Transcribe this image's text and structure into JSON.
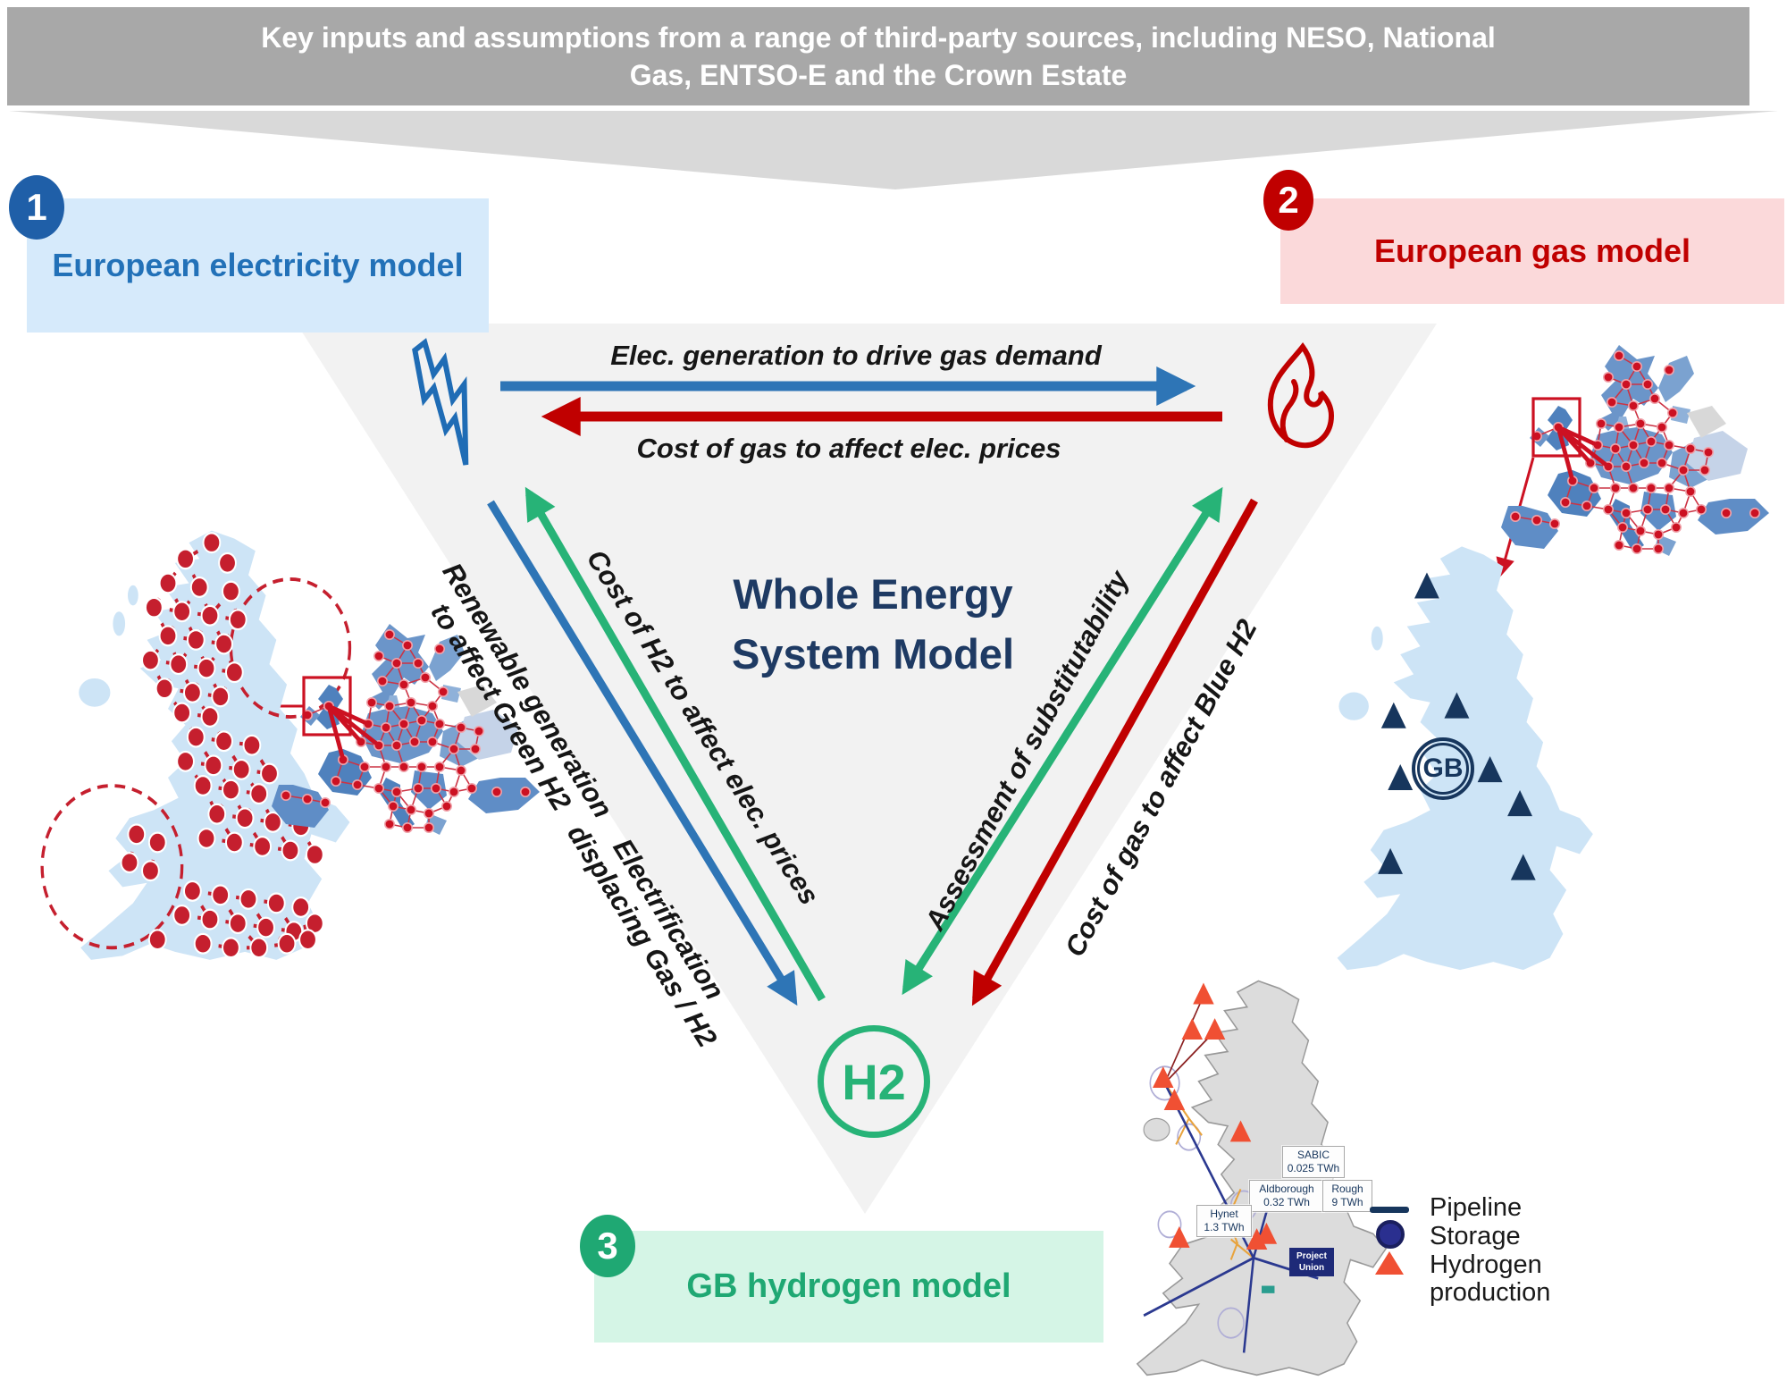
{
  "banner": {
    "line1": "Key inputs and assumptions from a range of third-party sources, including NESO, National",
    "line2": "Gas, ENTSO-E and the Crown Estate"
  },
  "models": {
    "electricity": {
      "number": "1",
      "label": "European electricity model"
    },
    "gas": {
      "number": "2",
      "label": "European gas model"
    },
    "hydrogen": {
      "number": "3",
      "label": "GB hydrogen model"
    }
  },
  "center_model": {
    "title_line1": "Whole Energy",
    "title_line2": "System Model"
  },
  "nodes": {
    "h2_label": "H2",
    "gb_label": "GB"
  },
  "flows": {
    "elec_to_gas": "Elec. generation to drive gas demand",
    "gas_to_elec": "Cost of gas to affect elec. prices",
    "h2_to_elec": "Cost of H2 to affect elec. prices",
    "renewable_line1": "Renewable generation",
    "renewable_line2": "to affect Green H2",
    "electrification_line1": "Electrification",
    "electrification_line2": "displacing Gas / H2",
    "substitutability": "Assessment of substitutability",
    "gas_to_blue_h2": "Cost of gas to affect Blue H2"
  },
  "hydrogen_map": {
    "sites": [
      {
        "name": "SABIC",
        "capacity": "0.025 TWh"
      },
      {
        "name": "Aldborough",
        "capacity": "0.32 TWh"
      },
      {
        "name": "Rough",
        "capacity": "9 TWh"
      },
      {
        "name": "Hynet",
        "capacity": "1.3 TWh"
      }
    ],
    "project": {
      "line1": "Project",
      "line2": "Union"
    },
    "legend": {
      "pipeline": "Pipeline",
      "storage": "Storage",
      "hydrogen_production": "Hydrogen production"
    }
  },
  "colors": {
    "electricity_blue": "#2e75b6",
    "gas_red": "#c00000",
    "hydrogen_green": "#27b377",
    "navy": "#1e3a63",
    "banner_gray": "#a8a8a8",
    "triangle_gray": "#f2f2f2",
    "storage_navy": "#2a2f8f",
    "production_red": "#f05033"
  }
}
